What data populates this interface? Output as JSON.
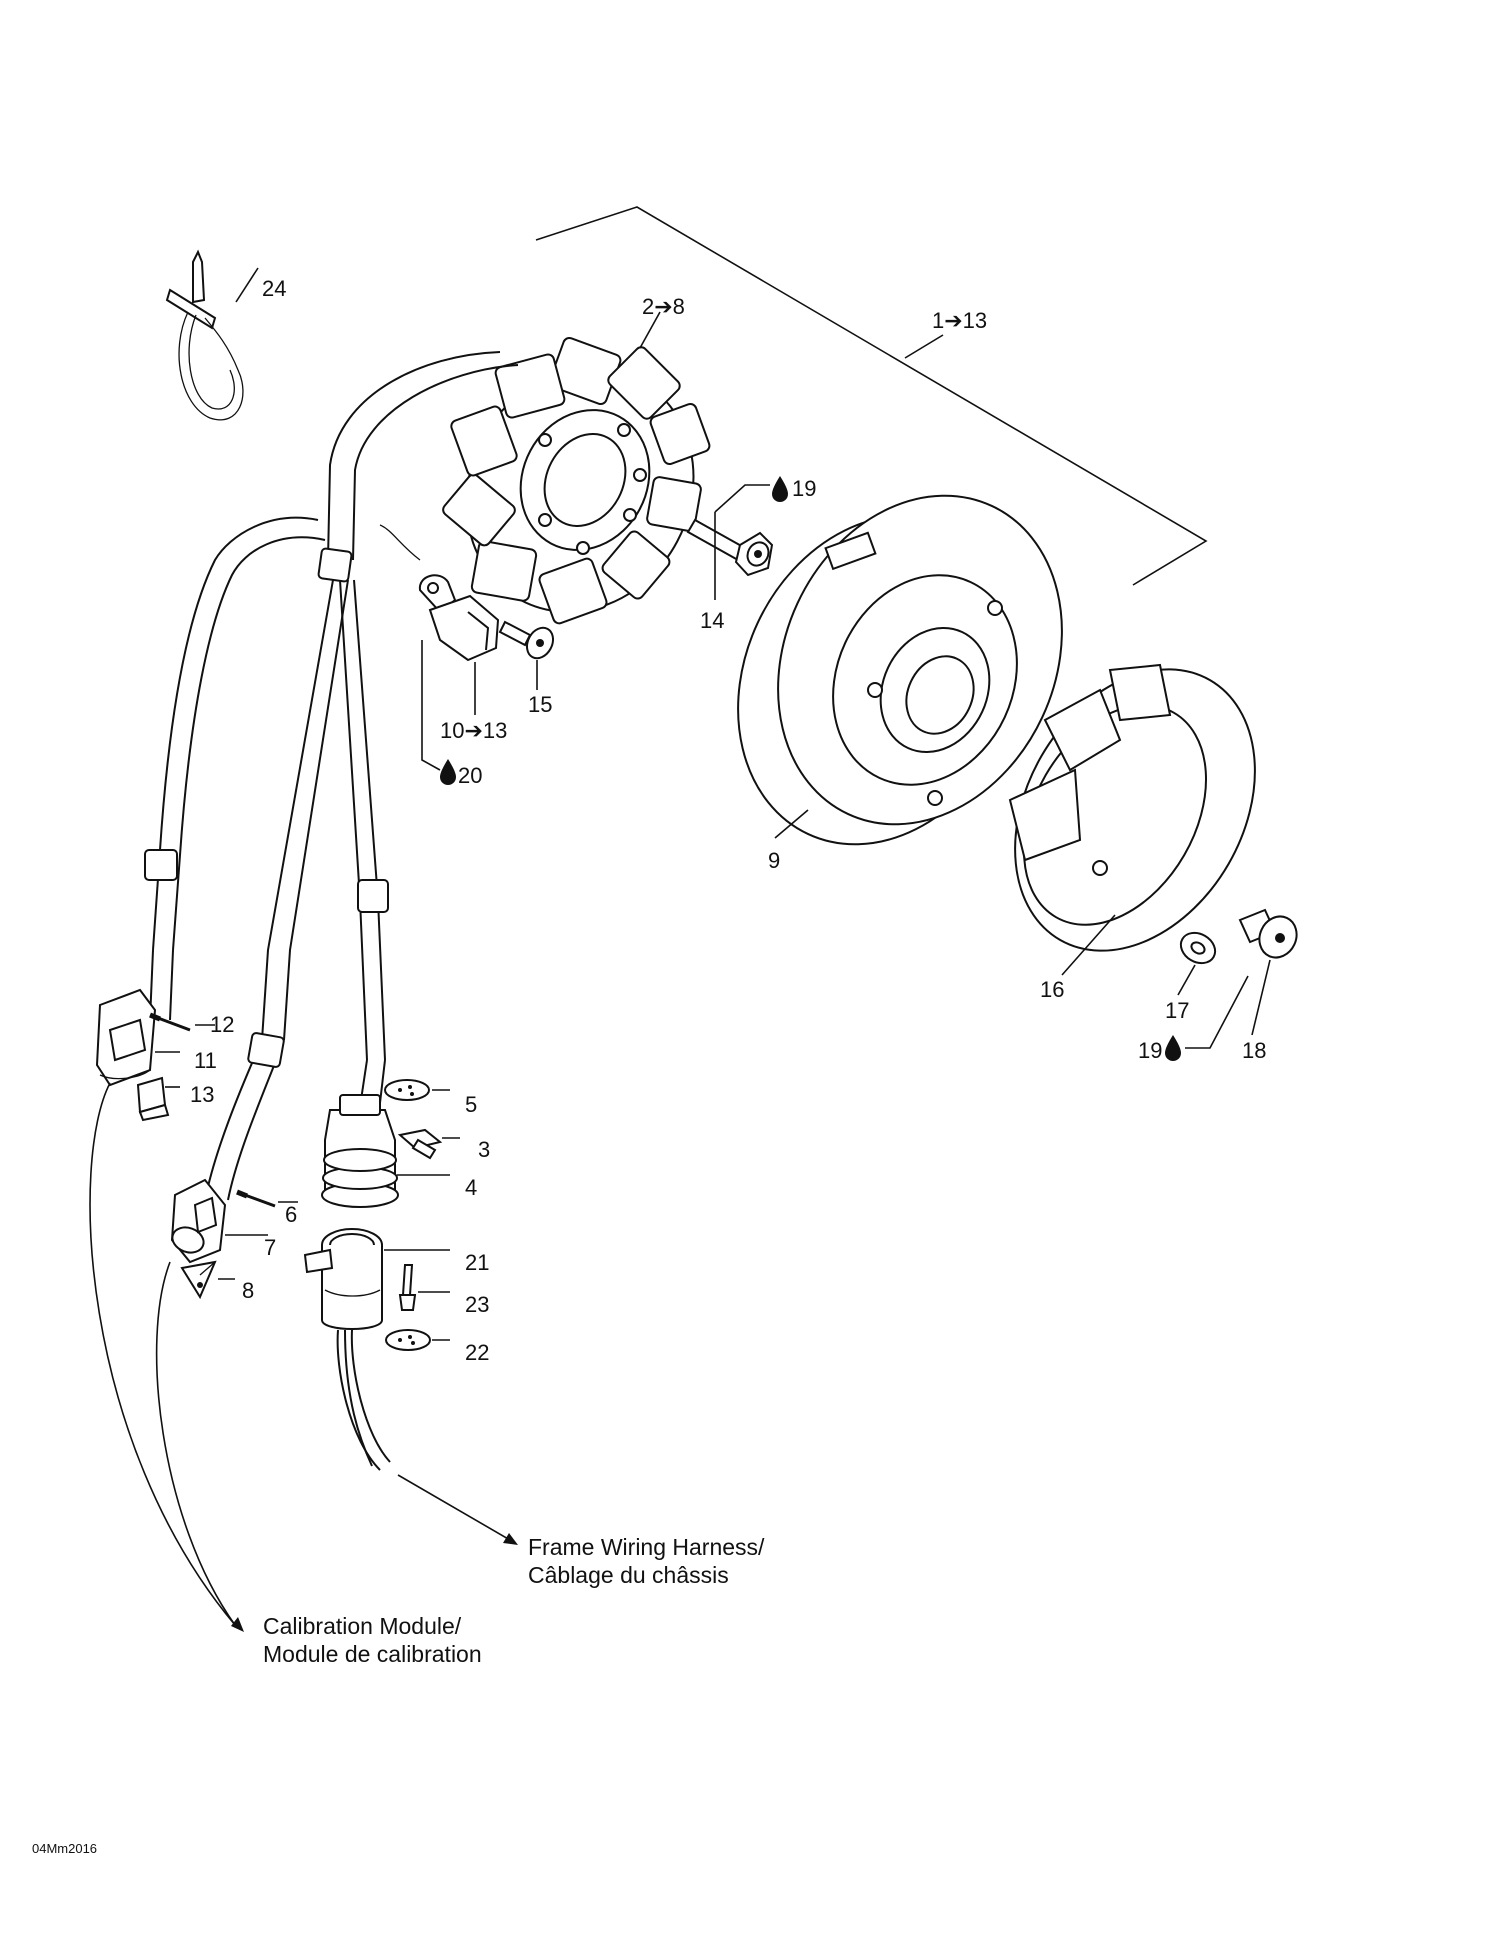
{
  "labels": {
    "l24": "24",
    "l2_8": "2➔8",
    "l1_13": "1➔13",
    "l19a": "19",
    "l14": "14",
    "l15": "15",
    "l10_13": "10➔13",
    "l20": "20",
    "l9": "9",
    "l16": "16",
    "l17": "17",
    "l18": "18",
    "l19b": "19",
    "l12": "12",
    "l11": "11",
    "l13": "13",
    "l5": "5",
    "l3": "3",
    "l4": "4",
    "l6": "6",
    "l7": "7",
    "l8": "8",
    "l21": "21",
    "l23": "23",
    "l22": "22"
  },
  "callouts": {
    "frame_line1": "Frame Wiring Harness/",
    "frame_line2": "Câblage du châssis",
    "calib_line1": "Calibration Module/",
    "calib_line2": "Module de calibration"
  },
  "figure_code": "04Mm2016",
  "icons": {
    "drop": "liquid-drop-icon",
    "arrow": "right-arrow-glyph"
  }
}
